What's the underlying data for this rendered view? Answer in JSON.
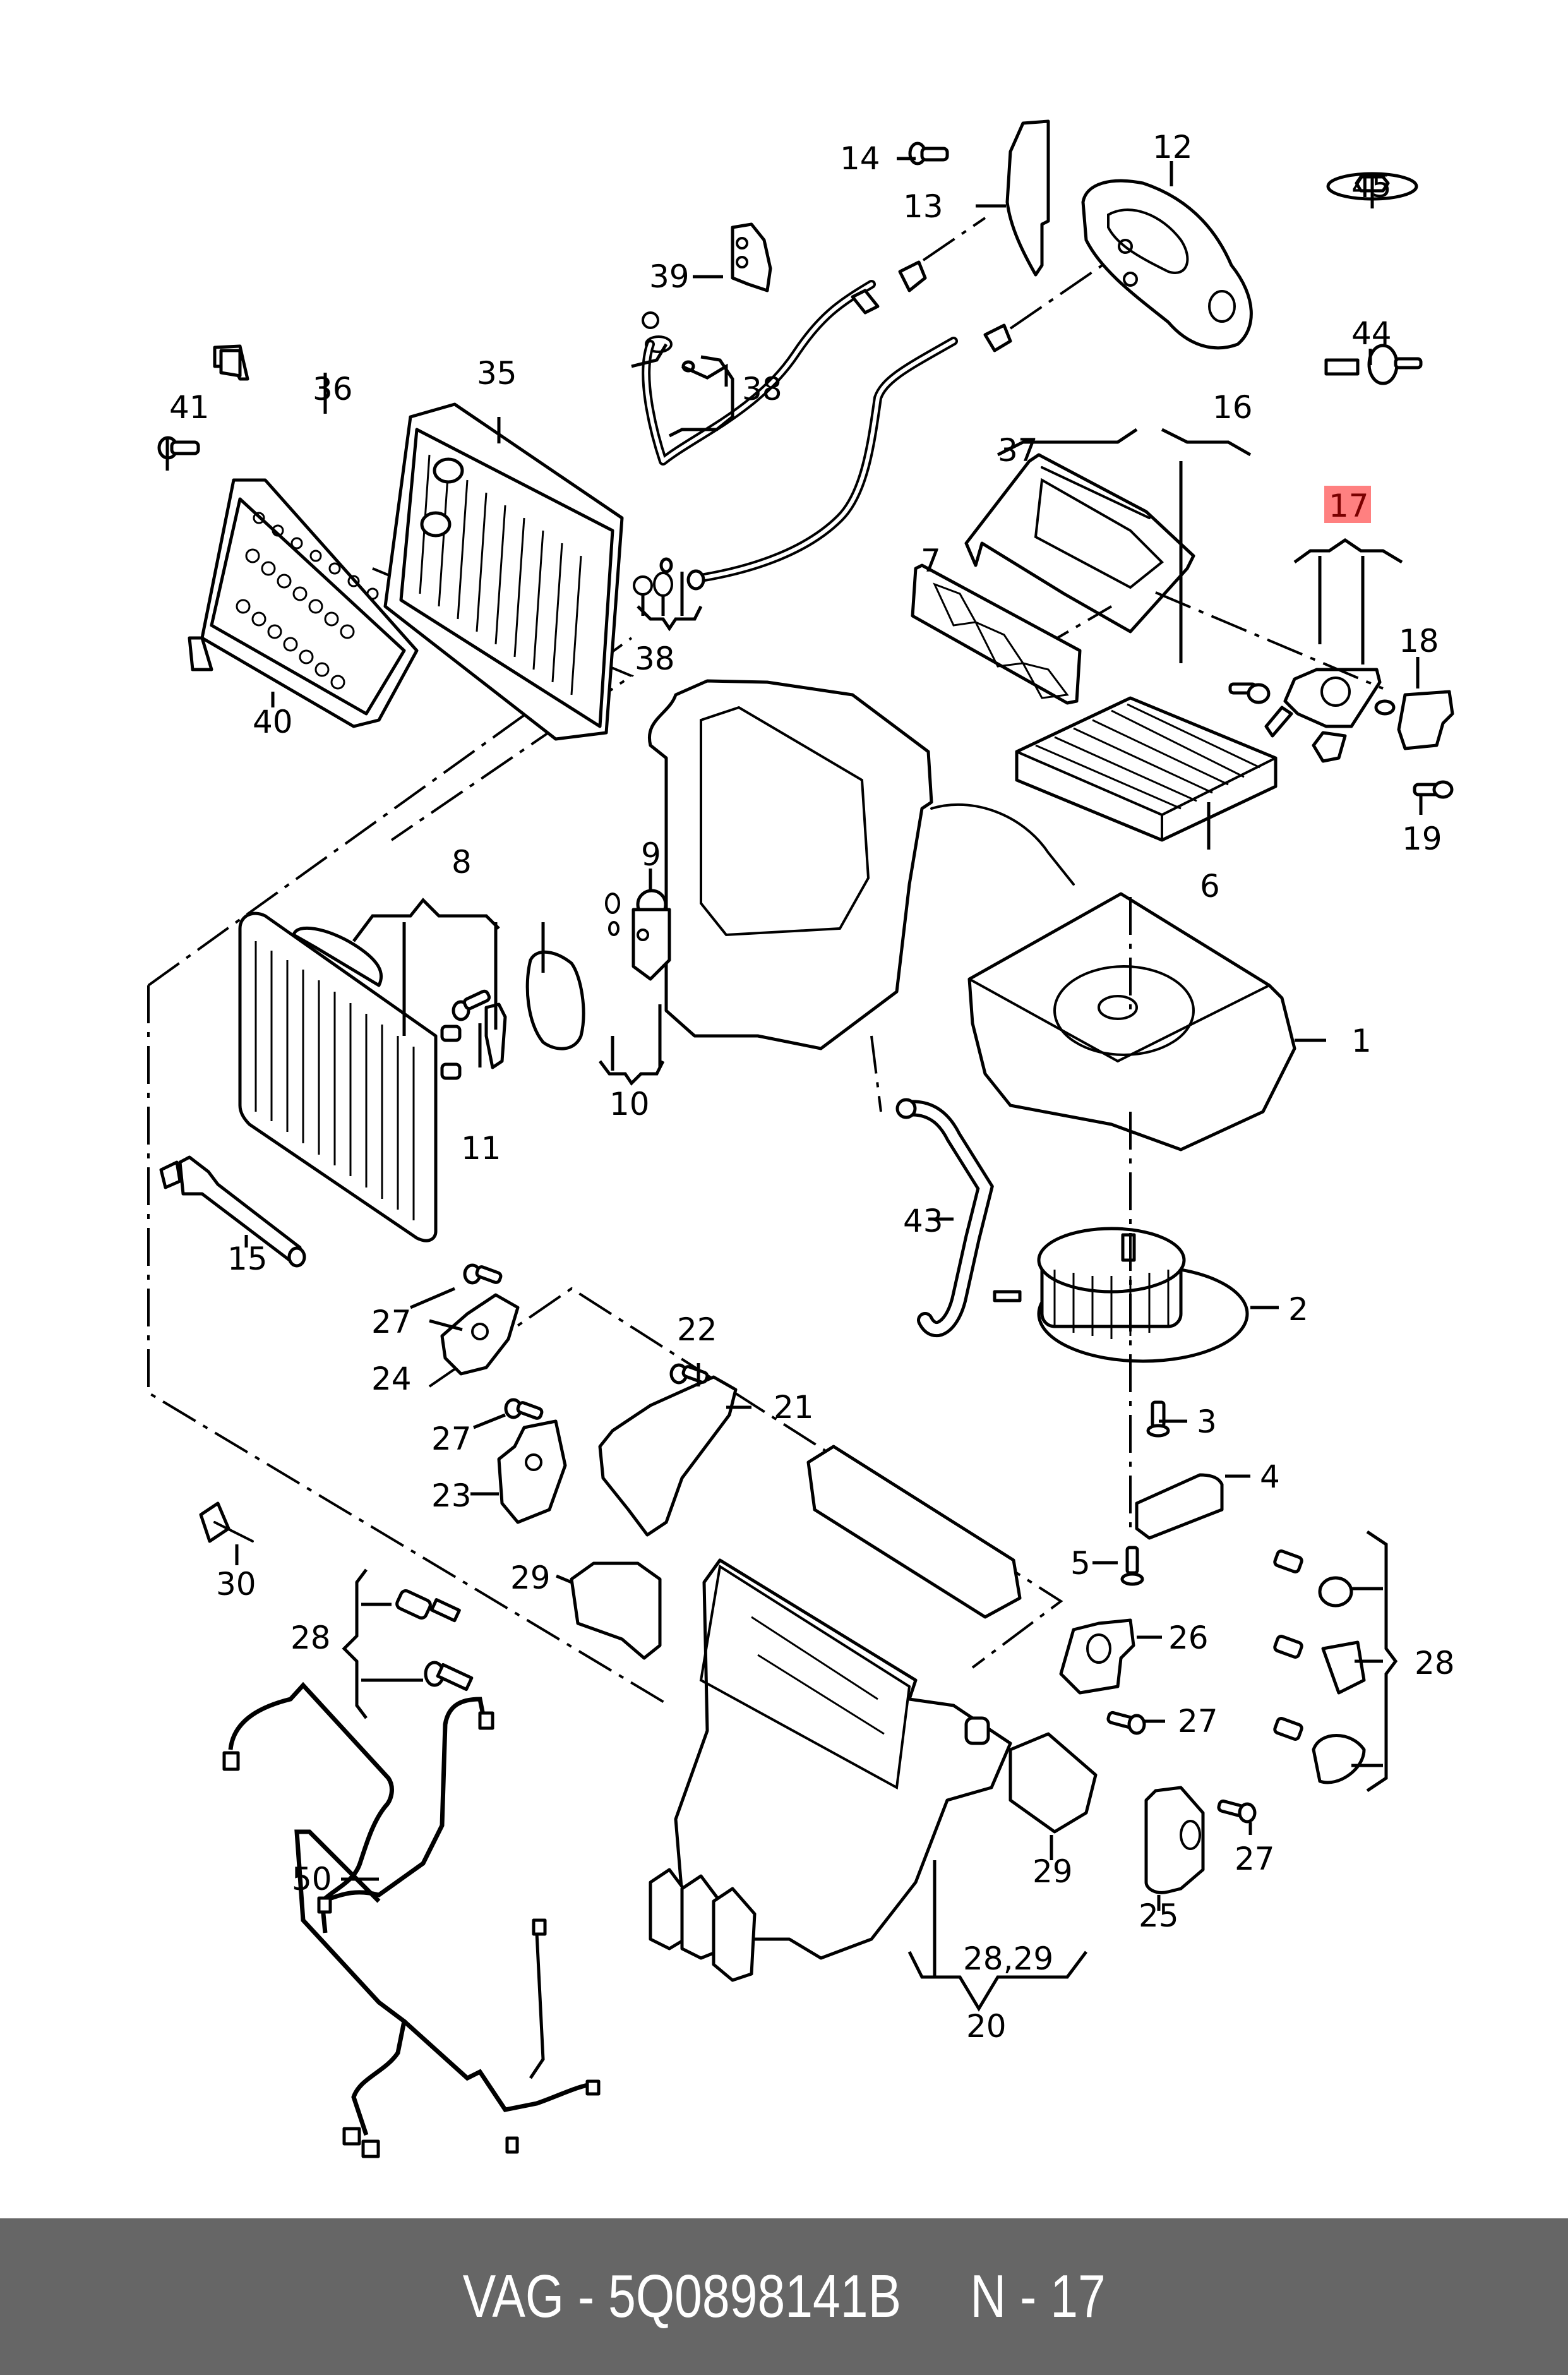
{
  "diagram": {
    "title": "Heater / air conditioning unit exploded parts diagram",
    "highlighted_callout": "17",
    "highlight_color": "#ff8080",
    "highlight_text_color": "#7a0000",
    "callouts": {
      "c1": "1",
      "c2": "2",
      "c3": "3",
      "c4": "4",
      "c5": "5",
      "c6": "6",
      "c7": "7",
      "c8": "8",
      "c9": "9",
      "c10": "10",
      "c11": "11",
      "c12": "12",
      "c13": "13",
      "c14": "14",
      "c15": "15",
      "c16": "16",
      "c17": "17",
      "c18": "18",
      "c19": "19",
      "c20": "20",
      "c21": "21",
      "c22": "22",
      "c23": "23",
      "c24": "24",
      "c25": "25",
      "c26": "26",
      "c27a": "27",
      "c27b": "27",
      "c27c": "27",
      "c27d": "27",
      "c28a": "28",
      "c28b": "28",
      "c2829": "28,29",
      "c29a": "29",
      "c29b": "29",
      "c30": "30",
      "c35": "35",
      "c36": "36",
      "c37": "37",
      "c38a": "38",
      "c38b": "38",
      "c39": "39",
      "c40": "40",
      "c41": "41",
      "c43": "43",
      "c44": "44",
      "c45": "45",
      "c50": "50"
    }
  },
  "footer": {
    "brand": "VAG",
    "part_number": "5Q0898141B",
    "position_label": "N - 17",
    "caption": "VAG - 5Q0898141B     N - 17",
    "background_color": "#666666",
    "text_color": "#ffffff"
  }
}
